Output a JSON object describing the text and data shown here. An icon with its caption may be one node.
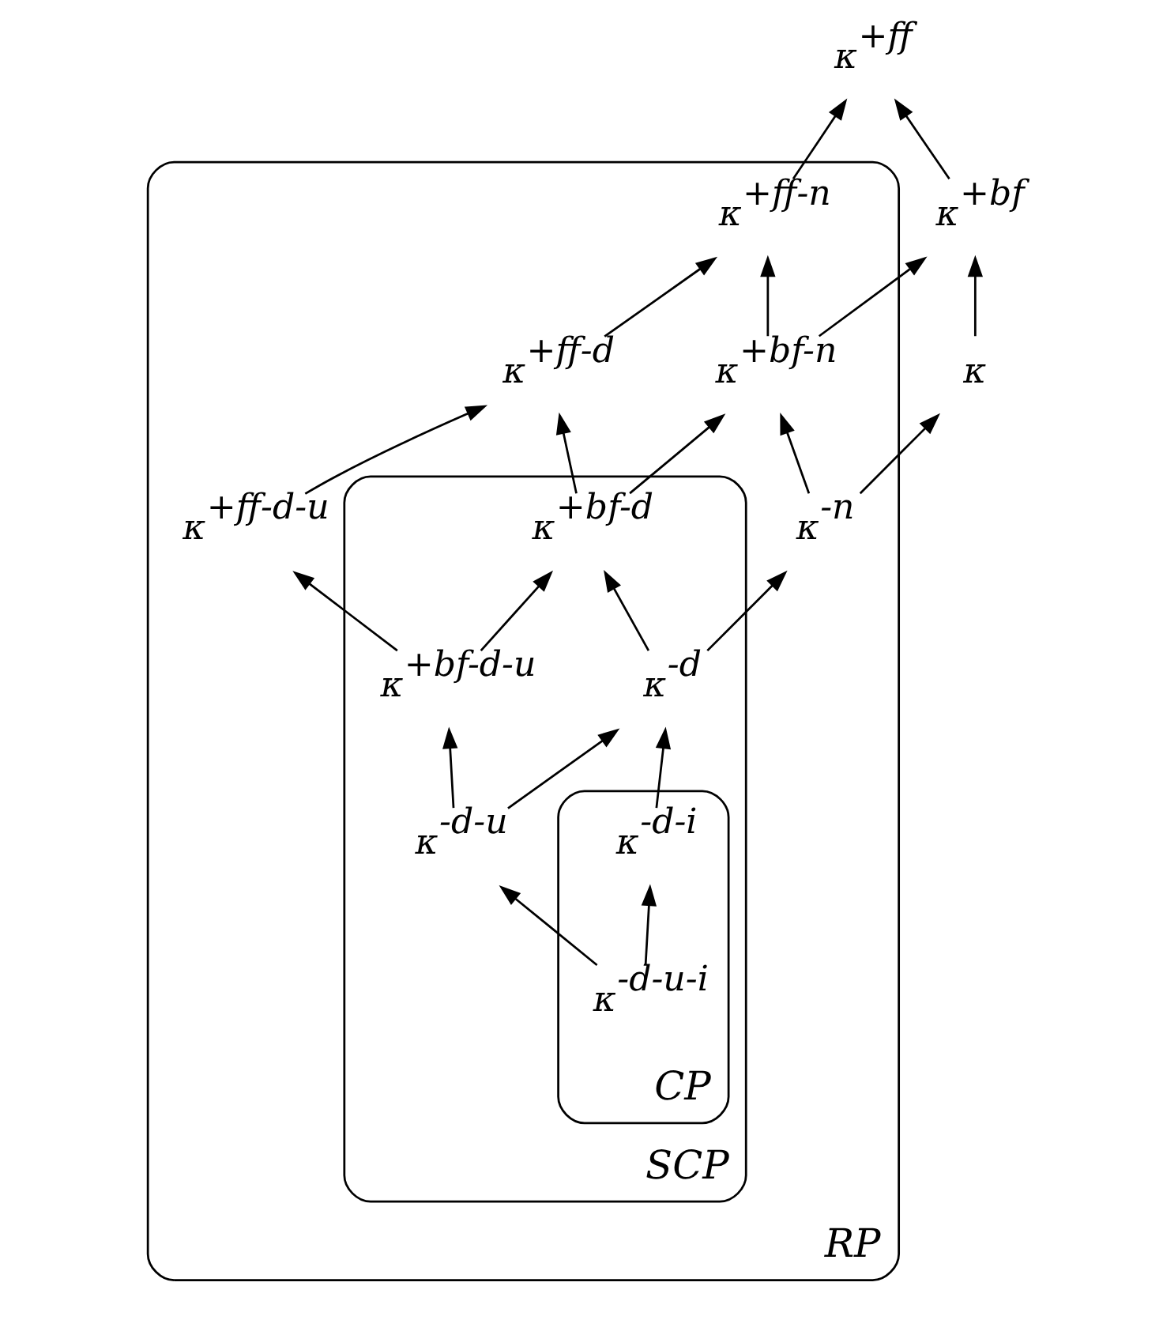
{
  "diagram": {
    "nodes": [
      {
        "text": [
          "κ$^{+ff}$"
        ]
      },
      {
        "text": [
          "κ$^{+bf}$"
        ]
      },
      {
        "text": [
          "RP"
        ]
      },
      {
        "text": [
          "κ$^{+ff-n}$"
        ],
        "in": 2
      },
      {
        "text": [
          "κ"
        ]
      },
      {
        "text": [
          "κ$^{+bf-n}$"
        ],
        "in": 2
      },
      {
        "text": [
          "κ$^{+ff-d}$"
        ],
        "in": 2
      },
      {
        "text": [
          "κ$^{-n}$"
        ],
        "in": 2
      },
      {
        "text": [
          "SCP"
        ],
        "in": 2
      },
      {
        "text": [
          "κ$^{+bf-d}$"
        ],
        "in": 8
      },
      {
        "text": [
          "κ$^{+ff-d-u}$"
        ],
        "in": 2
      },
      {
        "text": [
          "κ$^{-d}$"
        ],
        "in": 8
      },
      {
        "text": [
          "κ$^{+bf-d-u}$"
        ],
        "in": 8
      },
      {
        "text": [
          "CP"
        ],
        "in": 8
      },
      {
        "text": [
          "κ$^{-d-i}$"
        ],
        "in": 13
      },
      {
        "text": [
          "κ$^{-d-u}$"
        ],
        "in": 8
      },
      {
        "text": [
          "κ$^{-d-u-i}$"
        ],
        "in": 13
      }
    ],
    "edges": [
      {
        "from": 16,
        "to": 14,
        "arrow": "to"
      },
      {
        "from": 16,
        "to": 15,
        "arrow": "to"
      },
      {
        "from": 14,
        "to": 11,
        "arrow": "to"
      },
      {
        "from": 15,
        "to": 11,
        "arrow": "to"
      },
      {
        "from": 15,
        "to": 12,
        "arrow": "to"
      },
      {
        "from": 11,
        "to": 7,
        "arrow": "to"
      },
      {
        "from": 11,
        "to": 9,
        "arrow": "to"
      },
      {
        "from": 12,
        "to": 9,
        "arrow": "to"
      },
      {
        "from": 12,
        "to": 10,
        "arrow": "to"
      },
      {
        "from": 7,
        "to": 4,
        "arrow": "to"
      },
      {
        "from": 7,
        "to": 5,
        "arrow": "to"
      },
      {
        "from": 9,
        "to": 5,
        "arrow": "to"
      },
      {
        "from": 9,
        "to": 6,
        "arrow": "to"
      },
      {
        "from": 10,
        "to": 6,
        "arrow": "to"
      },
      {
        "from": 4,
        "to": 1,
        "arrow": "to"
      },
      {
        "from": 5,
        "to": 1,
        "arrow": "to"
      },
      {
        "from": 5,
        "to": 3,
        "arrow": "to"
      },
      {
        "from": 6,
        "to": 3,
        "arrow": "to"
      },
      {
        "from": 1,
        "to": 0,
        "arrow": "to"
      },
      {
        "from": 3,
        "to": 0,
        "arrow": "to"
      }
    ]
  }
}
